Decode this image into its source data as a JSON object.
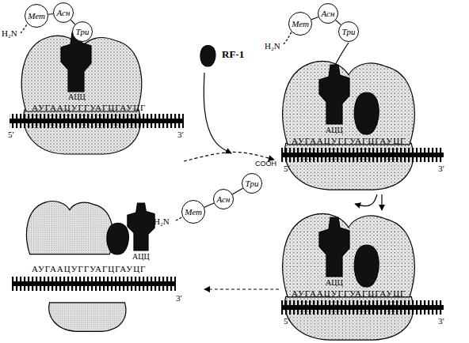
{
  "diagram": {
    "nodes": [
      {
        "text": [
          "Мет"
        ]
      },
      {
        "text": [
          "Асн"
        ]
      },
      {
        "text": [
          "Три"
        ]
      },
      {
        "text": [
          "Мет"
        ]
      },
      {
        "text": [
          "Асн"
        ]
      },
      {
        "text": [
          "Три"
        ]
      },
      {
        "text": [
          "Мет"
        ]
      },
      {
        "text": [
          "Асн"
        ]
      },
      {
        "text": [
          "Три"
        ]
      }
    ],
    "edges": [
      {
        "from": 0,
        "to": 1,
        "arrow": "none"
      },
      {
        "from": 1,
        "to": 2,
        "arrow": "none"
      },
      {
        "from": 3,
        "to": 4,
        "arrow": "none"
      },
      {
        "from": 4,
        "to": 5,
        "arrow": "none"
      },
      {
        "from": 6,
        "to": 7,
        "arrow": "none"
      },
      {
        "from": 7,
        "to": 8,
        "arrow": "none"
      }
    ],
    "labels": [
      "H₂N",
      "RF-1",
      "АЦЦ",
      "АУГААЦУГГУАГЦГАУЦГ",
      "5′",
      "3′",
      "H₂N",
      "АЦЦ",
      "АУГААЦУГГУАГЦГАУЦГ",
      "5′",
      "3′",
      "COOH",
      "H₂N",
      "АЦЦ",
      "АУГААЦУГГУАГЦГАУЦГ",
      "5′",
      "3′",
      "АЦЦ",
      "АУГААЦУГГУАГЦГАУЦГ",
      "3′"
    ]
  }
}
